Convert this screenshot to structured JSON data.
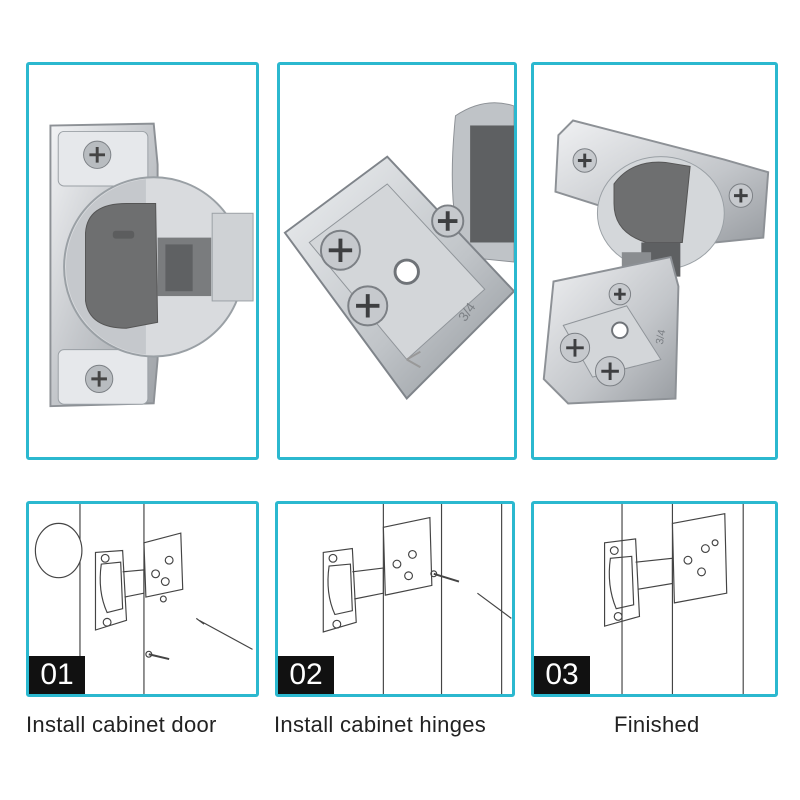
{
  "colors": {
    "frame_border": "#2bb8cf",
    "badge_bg": "#111111",
    "metal": "#c9ccd0",
    "cup": "#6e6f70"
  },
  "photos": [
    {
      "icon": "hinge-front-photo",
      "stamp": ""
    },
    {
      "icon": "hinge-plate-closeup-photo",
      "stamp": "3/4"
    },
    {
      "icon": "hinge-open-photo",
      "stamp": "3/4"
    }
  ],
  "steps": [
    {
      "number": "01",
      "caption": "Install cabinet door",
      "icon": "hinge-install-door-diagram"
    },
    {
      "number": "02",
      "caption": "Install cabinet hinges",
      "icon": "hinge-install-hinges-diagram"
    },
    {
      "number": "03",
      "caption": "Finished",
      "icon": "hinge-finished-diagram"
    }
  ]
}
